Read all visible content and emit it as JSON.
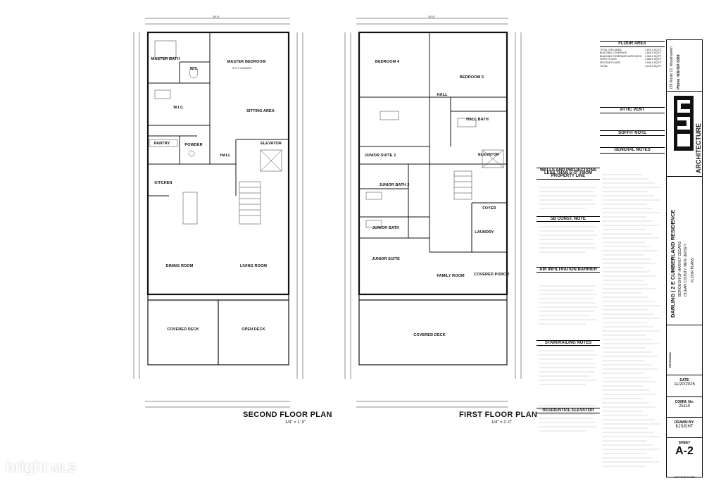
{
  "second_floor": {
    "title": "SECOND FLOOR PLAN",
    "scale": "1/4\" = 1'-0\"",
    "top_dim": "28'-0\"",
    "rooms": {
      "master_bedroom": "MASTER BEDROOM",
      "master_bath": "MASTER BATH",
      "wc": "W.C.",
      "wic": "W.I.C.",
      "sitting_area": "SITTING AREA",
      "pantry": "PANTRY",
      "powder": "POWDER",
      "hall": "HALL",
      "elevator": "ELEVATOR",
      "kitchen": "KITCHEN",
      "dining_room": "DINING ROOM",
      "living_room": "LIVING ROOM",
      "covered_deck": "COVERED DECK",
      "open_deck": "OPEN DECK"
    },
    "ceiling": "9'-0\"± CEILING"
  },
  "first_floor": {
    "title": "FIRST FLOOR PLAN",
    "scale": "1/4\" = 1'-0\"",
    "top_dim": "29'-6\"",
    "rooms": {
      "bedroom4": "BEDROOM 4",
      "bedroom5": "BEDROOM 5",
      "hall_bath": "HALL BATH",
      "hall": "HALL",
      "junior_suite2": "JUNIOR SUITE 2",
      "junior_bath2": "JUNIOR BATH 2",
      "junior_bath": "JUNIOR BATH",
      "junior_suite": "JUNIOR SUITE",
      "elevator": "ELEVATOR",
      "foyer": "FOYER",
      "laundry": "LAUNDRY",
      "family_room": "FAMILY ROOM",
      "covered_porch": "COVERED PORCH",
      "covered_deck": "COVERED DECK"
    }
  },
  "notes": {
    "walls_heading": "WALLS AND PROJECTIONS LESS THAN 5'-0\" FROM PROPERTY LINE",
    "sb_heading": "5B CONST. NOTE",
    "air_heading": "AIR INFILTRATION BARRIER",
    "stair_heading": "STAIR/RAILING NOTES",
    "elevator_heading": "RESIDENTIAL ELEVATOR"
  },
  "right_panel": {
    "floor_area_heading": "FLOOR AREA",
    "attic_vent_heading": "ATTIC VENT",
    "soffit_heading": "SOFFIT NOTE",
    "general_heading": "GENERAL NOTES",
    "floor_area_rows": [
      [
        "TOTAL SITE AREA",
        "7,875.0 SQ.FT."
      ],
      [
        "BUILDING COVERAGE",
        "1,840.0 SQ.FT."
      ],
      [
        "BUILDING COVERAGE WITH DECK",
        "1,960.0 SQ.FT."
      ],
      [
        "FIRST FLOOR",
        "1,583.0 SQ.FT."
      ],
      [
        "SECOND FLOOR",
        "1,546.0 SQ.FT."
      ],
      [
        "TOTAL",
        "3,129.0 SQ.FT."
      ]
    ]
  },
  "title_block": {
    "firm_address": "739 Route 72, Manahawkin",
    "firm_phone": "Phone: 609-597-5369",
    "firm_name": "ARCHITECTURE",
    "project": "DARLING | 2 E CUMBERLAND RESIDENCE",
    "location": "BOROUGH OF HARVEY CEDARS",
    "county": "OCEAN COUNTY, NEW JERSEY",
    "sheet_desc": "FLOOR PLANS",
    "revisions_label": "REVISIONS",
    "date_label": "DATE",
    "date_value": "11/20/2025",
    "comm_label": "COMM. No.",
    "comm_value": "25110",
    "drawn_label": "DRAWN BY:",
    "drawn_value": "KJS/DHT",
    "sheet_label": "SHEET",
    "sheet_value": "A-2",
    "copyright": "COPYRIGHT 2025"
  },
  "watermark": {
    "brand": "bright",
    "mls": "MLS"
  }
}
